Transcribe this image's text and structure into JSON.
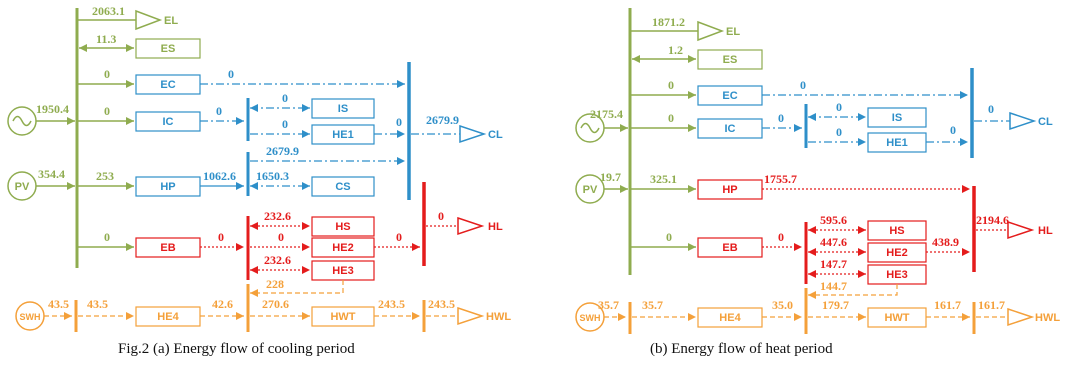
{
  "colors": {
    "green": "#8fac4f",
    "blue": "#2e8fc9",
    "red": "#e41c1c",
    "orange": "#f4a03a"
  },
  "captions": {
    "a": "Fig.2 (a) Energy flow of cooling period",
    "b": "(b) Energy flow of heat period"
  },
  "cooling": {
    "sources": {
      "grid": "1950.4",
      "pv": "PV",
      "pv_val": "354.4",
      "swh": "SWH",
      "swh_val": "43.5"
    },
    "flows": {
      "el": "2063.1",
      "es": "11.3",
      "ec_in": "0",
      "ic_in": "0",
      "hp_in": "253",
      "eb_in": "0",
      "ec_out": "0",
      "ic_out": "0",
      "is": "0",
      "he1": "0",
      "he1_out": "0",
      "hp_out": "1062.6",
      "hp_top": "2679.9",
      "cs": "1650.3",
      "cl": "2679.9",
      "eb_out": "0",
      "hs": "232.6",
      "he2": "0",
      "he2_out": "0",
      "he3": "232.6",
      "hl": "0",
      "swh_out": "43.5",
      "he4_out": "42.6",
      "hwt_in": "270.6",
      "hwt_out": "243.5",
      "hwl": "243.5",
      "loop": "228"
    }
  },
  "heat": {
    "sources": {
      "grid": "2175.4",
      "pv": "PV",
      "pv_val": "19.7",
      "swh": "SWH",
      "swh_val": "35.7"
    },
    "flows": {
      "el": "1871.2",
      "es": "1.2",
      "ec_in": "0",
      "ic_in": "0",
      "hp_in": "325.1",
      "eb_in": "0",
      "ec_out": "0",
      "ic_out": "0",
      "is": "0",
      "he1": "0",
      "he1_out": "0",
      "cl": "0",
      "hp_out": "1755.7",
      "eb_out": "0",
      "hs": "595.6",
      "he2": "447.6",
      "he3": "147.7",
      "hl": "2194.6",
      "hl_out": "438.9",
      "swh_out": "35.7",
      "he4_out": "35.0",
      "hwt_in": "179.7",
      "hwt_out": "161.7",
      "hwl": "161.7",
      "loop": "144.7"
    }
  },
  "labels": {
    "el": "EL",
    "es": "ES",
    "ec": "EC",
    "ic": "IC",
    "is": "IS",
    "he1": "HE1",
    "hp": "HP",
    "cs": "CS",
    "cl": "CL",
    "hs": "HS",
    "he2": "HE2",
    "he3": "HE3",
    "hl": "HL",
    "eb": "EB",
    "he4": "HE4",
    "hwt": "HWT",
    "hwl": "HWL"
  }
}
